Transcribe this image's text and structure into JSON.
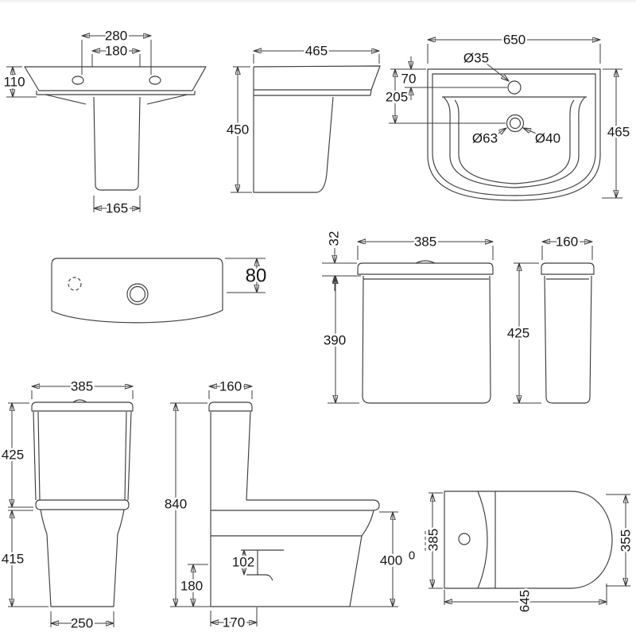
{
  "meta": {
    "background_color": "#ffffff",
    "line_color": "#3d3d3d",
    "text_color": "#161616",
    "drawing_type": "sanitary ware dimension drawing"
  },
  "views": {
    "basin_front": {
      "hole_spacing": "280",
      "inner_spacing": "180",
      "rim_height": "110",
      "pedestal_width": "165"
    },
    "basin_side": {
      "depth": "465",
      "height": "450"
    },
    "basin_top": {
      "width": "650",
      "tap_hole_dia": "Ø35",
      "tap_offset": "70",
      "drain_offset": "205",
      "drain_outer_dia": "Ø63",
      "drain_inner_dia": "Ø40",
      "depth": "465"
    },
    "cistern_lid_top": {
      "lid_depth": "80"
    },
    "cistern_front": {
      "lid_height": "32",
      "width": "385",
      "body_height": "390"
    },
    "cistern_side": {
      "depth": "160",
      "height": "425"
    },
    "toilet_front": {
      "width": "385",
      "cistern_height": "425",
      "bowl_height": "415",
      "base_width": "250"
    },
    "toilet_side": {
      "cistern_depth": "160",
      "total_height": "840",
      "outlet_drop": "102",
      "outlet_height": "180",
      "seat_height": "400",
      "base_depth": "170"
    },
    "toilet_top": {
      "width": "385",
      "seat_width": "355",
      "depth": "645",
      "stray_mark": "0"
    }
  }
}
